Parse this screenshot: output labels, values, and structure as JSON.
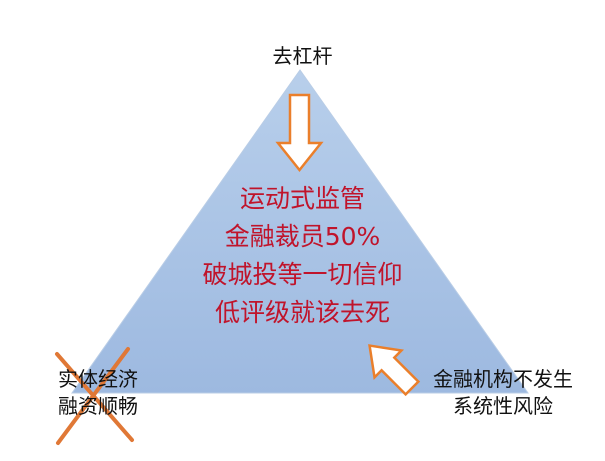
{
  "top_label": "去杠杆",
  "center_lines": [
    "运动式监管",
    "金融裁员50%",
    "破城投等一切信仰",
    "低评级就该去死"
  ],
  "left_label": {
    "line1": "实体经济",
    "line2": "融资顺畅"
  },
  "right_label": {
    "line1": "金融机构不发生",
    "line2": "系统性风险"
  },
  "colors": {
    "triangle_fill": "#a8c2e4",
    "arrow_fill": "#ffffff",
    "arrow_stroke": "#ea7f2b",
    "center_text": "#c0142b",
    "cross": "#e07836"
  }
}
